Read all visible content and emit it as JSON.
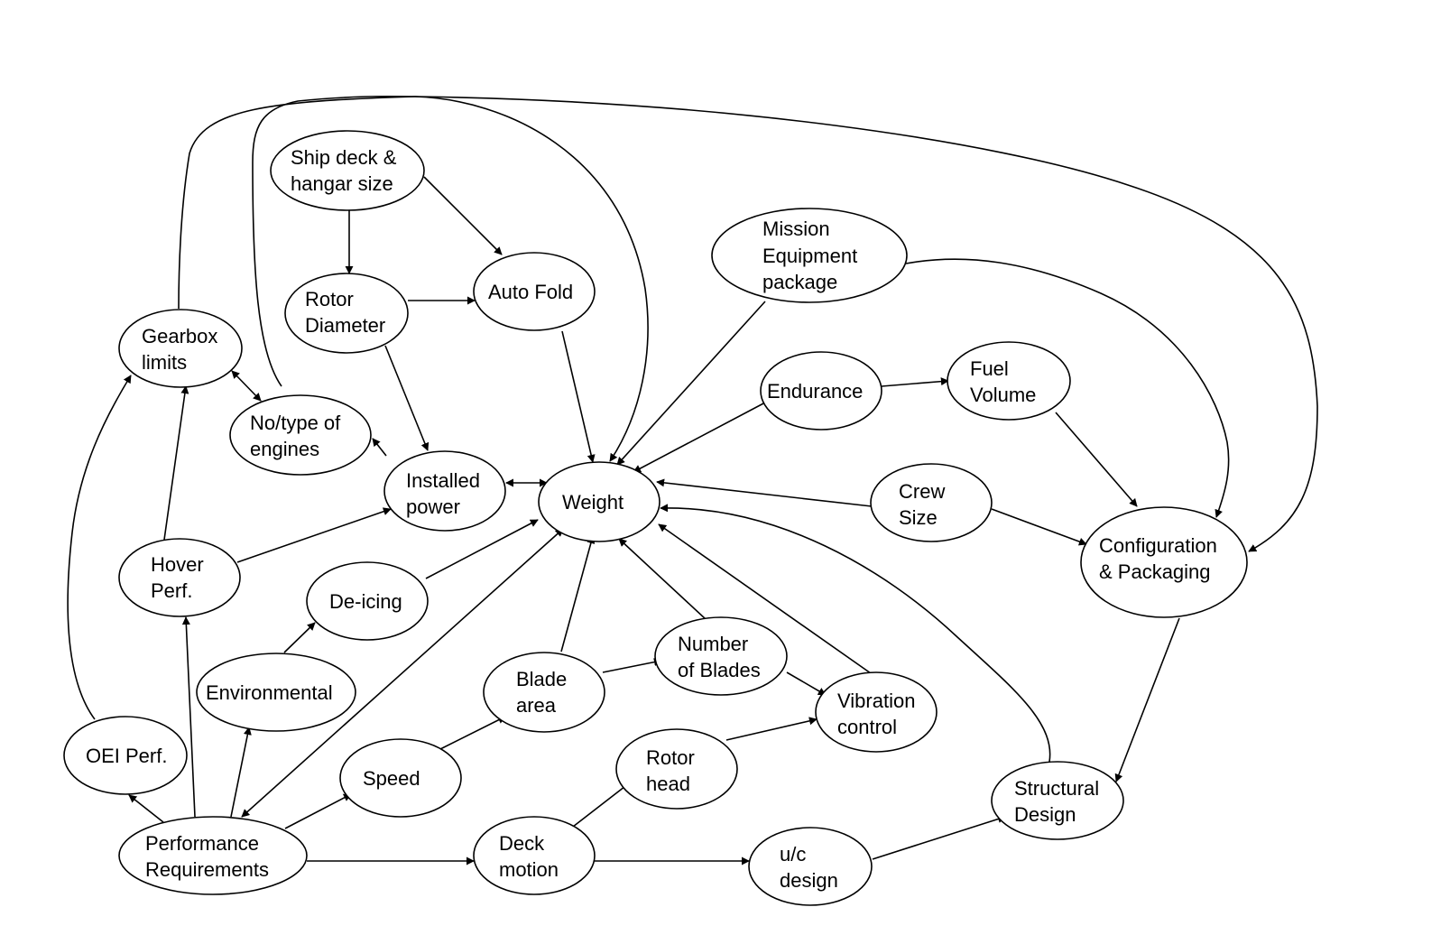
{
  "nodes": {
    "ship_deck": [
      "Ship deck &",
      "hangar size"
    ],
    "auto_fold": [
      "Auto Fold"
    ],
    "rotor_diameter": [
      "Rotor",
      "Diameter"
    ],
    "gearbox": [
      "Gearbox",
      "limits"
    ],
    "engines": [
      "No/type of",
      "engines"
    ],
    "installed_power": [
      "Installed",
      "power"
    ],
    "weight": [
      "Weight"
    ],
    "mission_equipment": [
      "Mission",
      "Equipment",
      "package"
    ],
    "endurance": [
      "Endurance"
    ],
    "fuel_volume": [
      "Fuel",
      "Volume"
    ],
    "crew_size": [
      "Crew",
      "Size"
    ],
    "configuration": [
      "Configuration",
      "& Packaging"
    ],
    "hover_perf": [
      "Hover",
      "Perf."
    ],
    "de_icing": [
      "De-icing"
    ],
    "environmental": [
      "Environmental"
    ],
    "blade_area": [
      "Blade",
      "area"
    ],
    "number_blades": [
      "Number",
      "of Blades"
    ],
    "vibration_control": [
      "Vibration",
      "control"
    ],
    "oei_perf": [
      "OEI Perf."
    ],
    "speed": [
      "Speed"
    ],
    "rotor_head": [
      "Rotor",
      "head"
    ],
    "structural_design": [
      "Structural",
      "Design"
    ],
    "performance_req": [
      "Performance",
      "Requirements"
    ],
    "deck_motion": [
      "Deck",
      "motion"
    ],
    "uc_design": [
      "u/c",
      "design"
    ]
  }
}
